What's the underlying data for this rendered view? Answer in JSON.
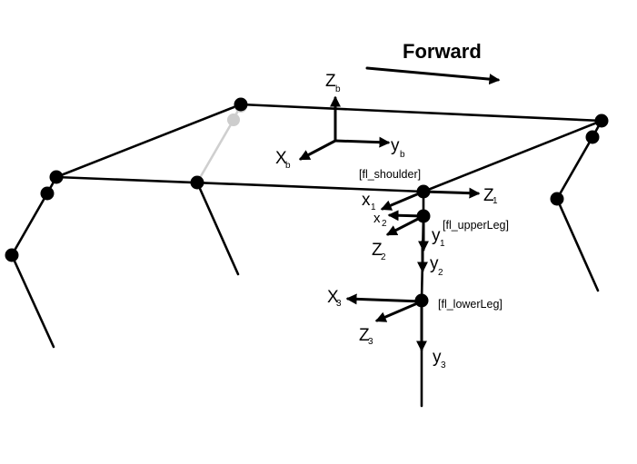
{
  "title": "Forward",
  "joint_tags": {
    "shoulder": "[fl_shoulder]",
    "upper": "[fl_upperLeg]",
    "lower": "[fl_lowerLeg]"
  },
  "body_frame": {
    "z": "Z",
    "z_sub": "b",
    "y": "y",
    "y_sub": "b",
    "x": "X",
    "x_sub": "b"
  },
  "frame1": {
    "x": "x",
    "x_sub": "1",
    "z": "Z",
    "z_sub": "1",
    "y": "y",
    "y_sub": "1"
  },
  "frame2": {
    "x": "x",
    "x_sub": "2",
    "z": "Z",
    "z_sub": "2",
    "y": "y",
    "y_sub": "2"
  },
  "frame3": {
    "x": "X",
    "x_sub": "3",
    "z": "Z",
    "z_sub": "3",
    "y": "y",
    "y_sub": "3"
  },
  "colors": {
    "line": "#000000",
    "hidden_leg": "#cdcdcd"
  }
}
